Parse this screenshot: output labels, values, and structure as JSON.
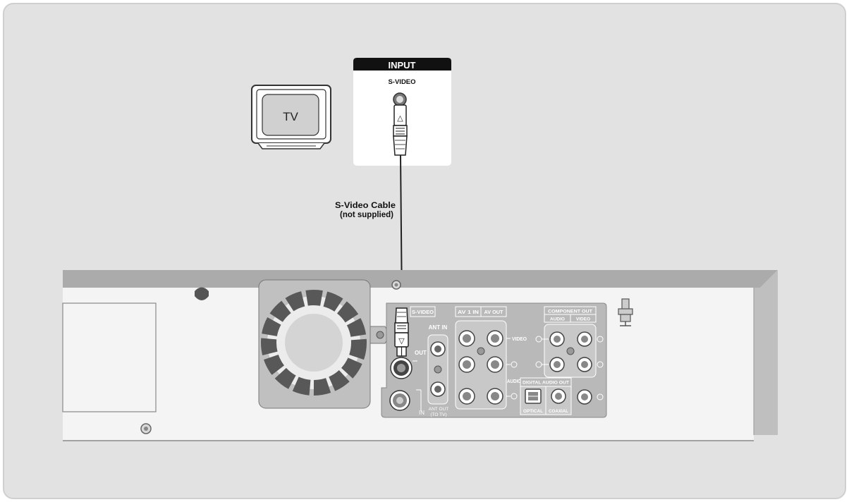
{
  "tv": {
    "label": "TV"
  },
  "input_panel": {
    "header": "INPUT",
    "jack_label": "S-VIDEO"
  },
  "cable": {
    "line1": "S-Video Cable",
    "line2": "(not supplied)"
  },
  "recorder": {
    "svideo_label": "S-VIDEO",
    "out_label": "OUT",
    "in_label": "IN",
    "ant_in_label": "ANT IN",
    "ant_out_line1": "ANT OUT",
    "ant_out_line2": "(TO TV)",
    "av1_in_label": "AV 1 IN",
    "av_out_label": "AV OUT",
    "video_label": "VIDEO",
    "audio_label": "AUDIO",
    "component_out_label": "COMPONENT OUT",
    "comp_audio_label": "AUDIO",
    "comp_video_label": "VIDEO",
    "digital_audio_out_label": "DIGITAL AUDIO OUT",
    "optical_label": "OPTICAL",
    "coaxial_label": "COAXIAL",
    "arrow_up": "△",
    "arrow_down": "▽"
  },
  "colors": {
    "background": "#e2e2e2",
    "recorder_body": "#f4f4f4",
    "cable": "#222222",
    "label_dark": "#111111"
  }
}
